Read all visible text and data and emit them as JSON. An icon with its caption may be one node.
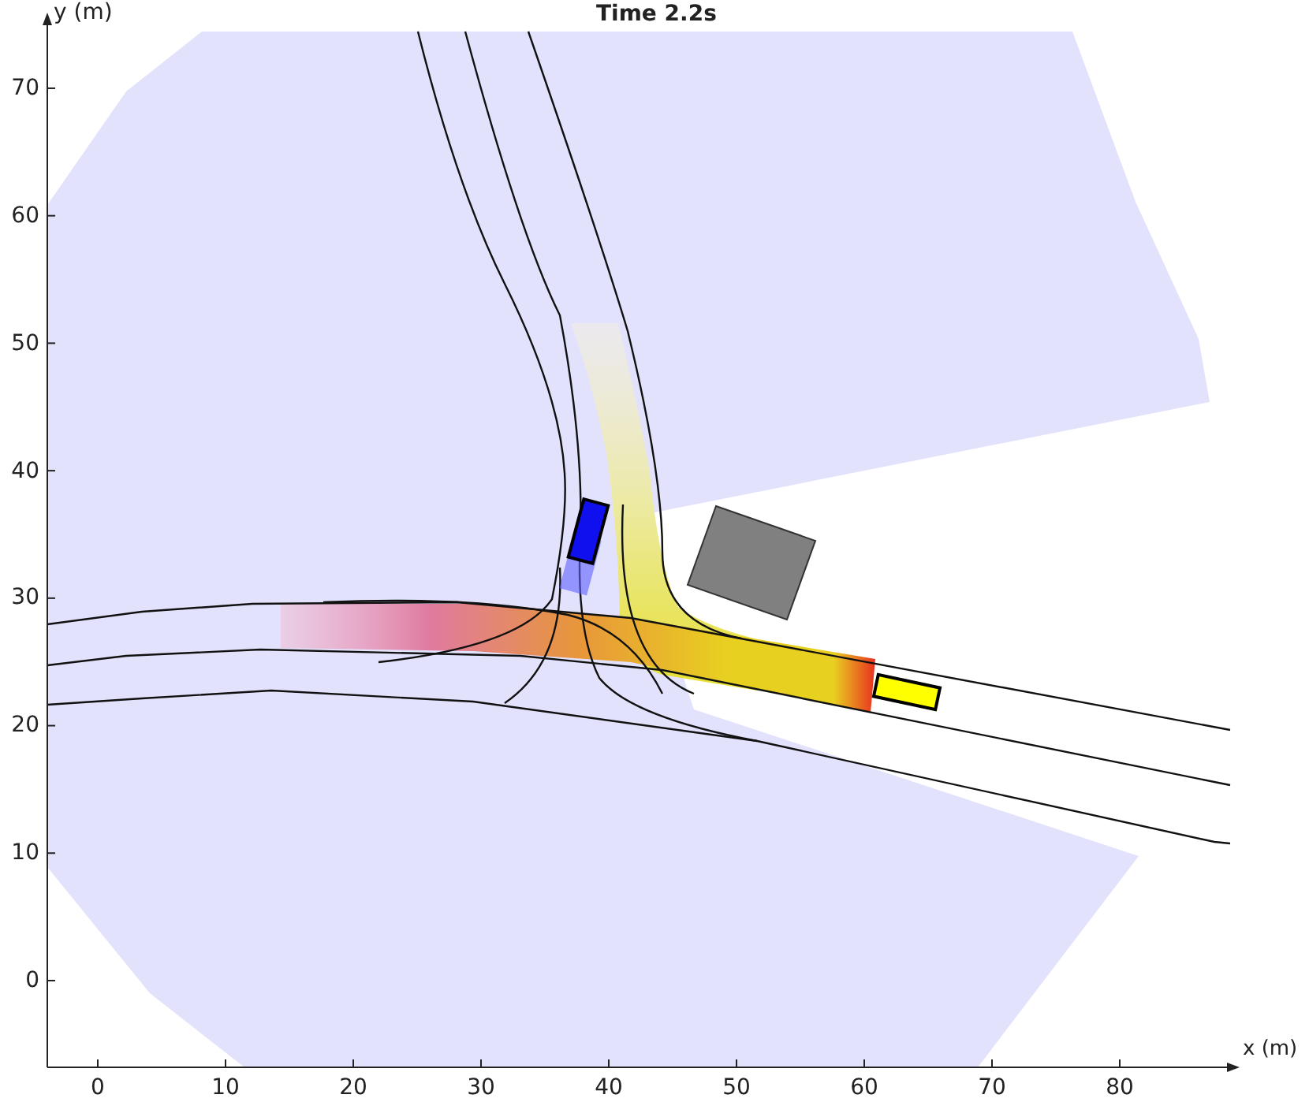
{
  "diagram": {
    "title": "Time 2.2s",
    "labels": [
      "y (m)",
      "70",
      "60",
      "50",
      "40",
      "30",
      "20",
      "10",
      "0",
      "0",
      "10",
      "20",
      "30",
      "40",
      "50",
      "60",
      "70",
      "80",
      "x (m)"
    ]
  }
}
